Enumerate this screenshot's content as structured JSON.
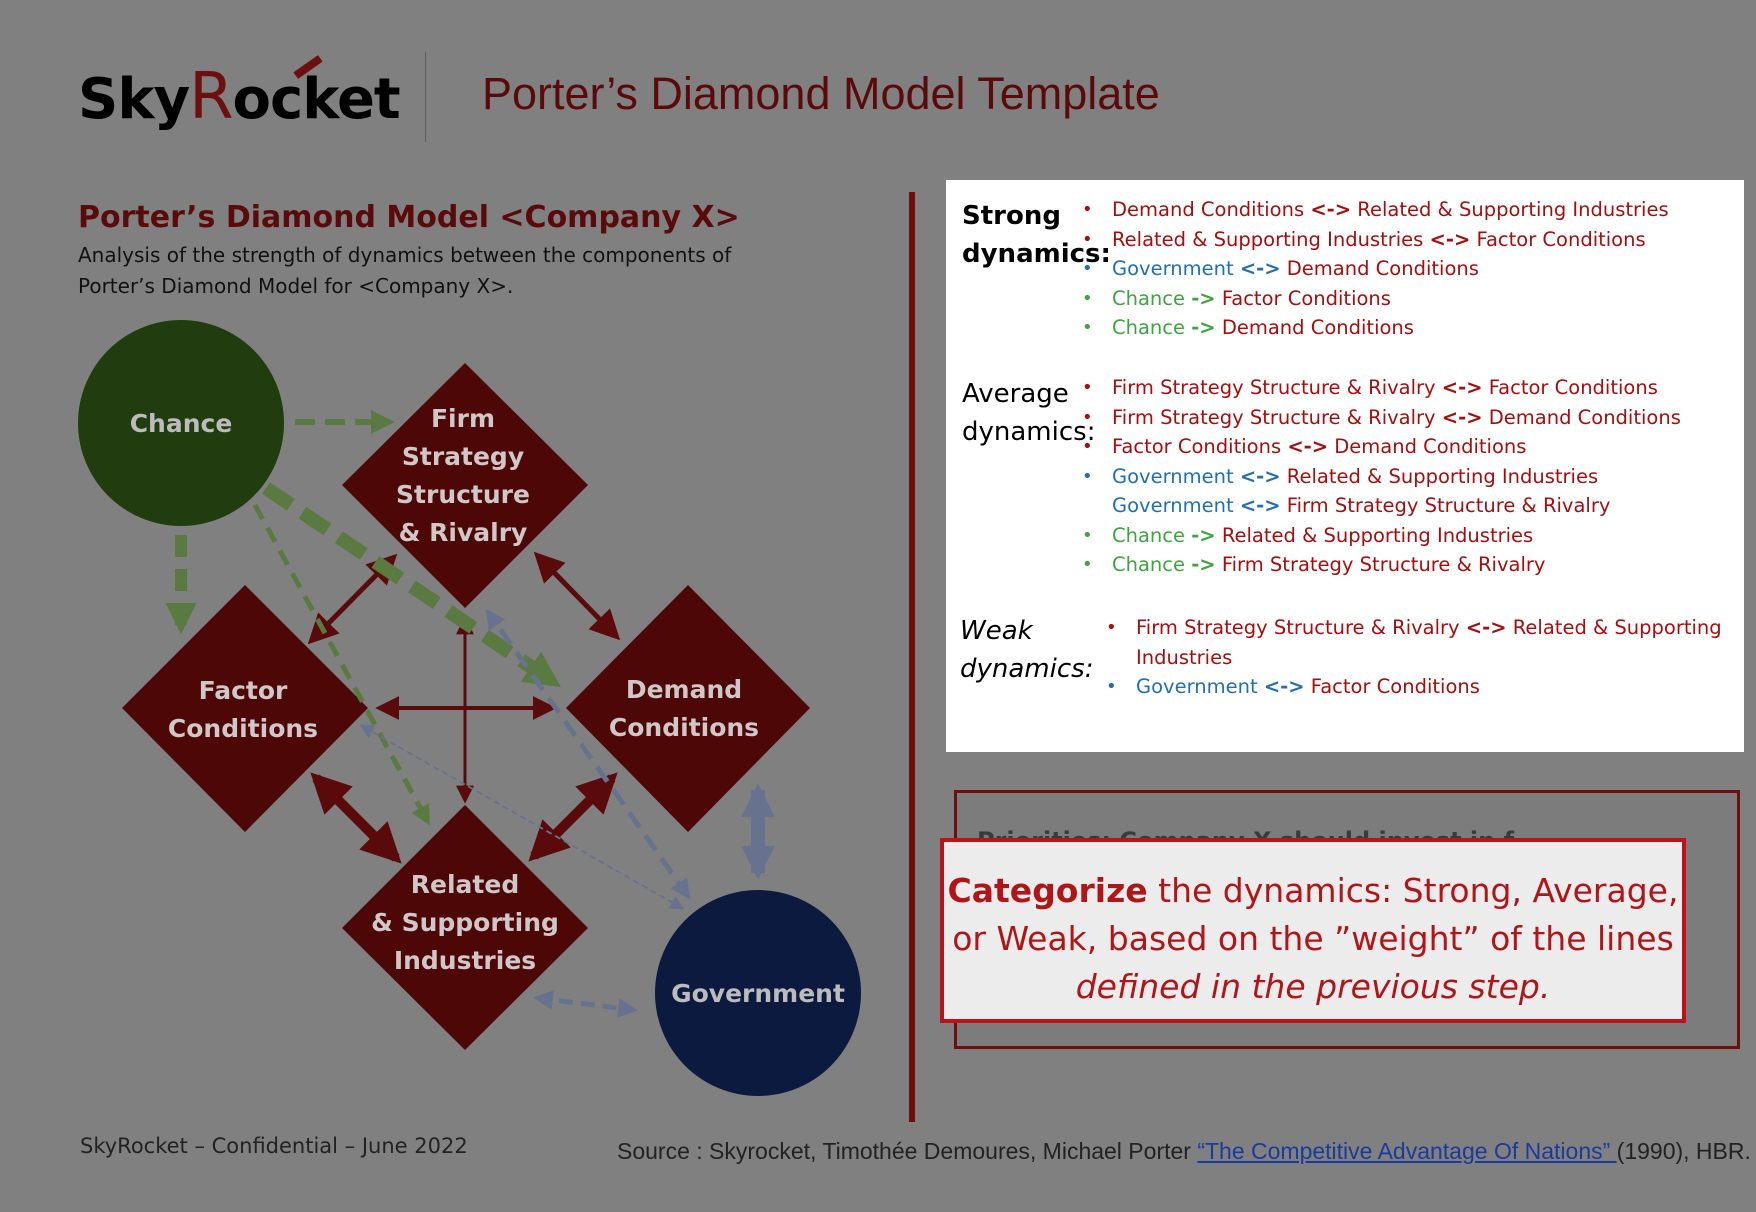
{
  "header": {
    "logo_text_a": "Sky",
    "logo_text_b": "R",
    "logo_text_c": "ocket",
    "title": "Porter’s Diamond Model Template"
  },
  "section": {
    "title": "Porter’s Diamond Model <Company X>",
    "description": "Analysis of the strength of dynamics between the components of Porter’s Diamond Model for <Company X>."
  },
  "diagram": {
    "nodes": {
      "chance": "Chance",
      "firm_line1": "Firm",
      "firm_line2": "Strategy",
      "firm_line3": "Structure",
      "firm_line4": "& Rivalry",
      "factor_line1": "Factor",
      "factor_line2": "Conditions",
      "demand_line1": "Demand",
      "demand_line2": "Conditions",
      "related_line1": "Related",
      "related_line2": "& Supporting",
      "related_line3": "Industries",
      "government": "Government"
    },
    "colors": {
      "diamond": "#4d0707",
      "chance": "#213d10",
      "government": "#0b1a3e",
      "arrow_red": "#5a0a0a",
      "arrow_green": "#5a7a42",
      "arrow_blue": "#67738e"
    }
  },
  "dynamics": {
    "strong": {
      "heading_line1": "Strong",
      "heading_line2": "dynamics:",
      "items": [
        {
          "a": "Demand Conditions ",
          "op": "<->",
          "b": " Related & Supporting Industries"
        },
        {
          "a": "Related & Supporting Industries ",
          "op": "<->",
          "b": " Factor Conditions"
        },
        {
          "a": "Government ",
          "op": "<->",
          "b": " Demand Conditions"
        },
        {
          "a": "Chance ",
          "op": "->",
          "b": " Factor Conditions"
        },
        {
          "a": "Chance ",
          "op": "->",
          "b": " Demand Conditions"
        }
      ]
    },
    "average": {
      "heading_line1": "Average",
      "heading_line2": "dynamics:",
      "items": [
        {
          "a": "Firm Strategy Structure & Rivalry ",
          "op": "<->",
          "b": " Factor Conditions"
        },
        {
          "a": "Firm Strategy Structure & Rivalry ",
          "op": "<->",
          "b": " Demand Conditions"
        },
        {
          "a": "Factor Conditions ",
          "op": "<->",
          "b": " Demand Conditions"
        },
        {
          "a": "Government ",
          "op": "<->",
          "b": " Related & Supporting Industries"
        },
        {
          "a": "Government ",
          "op": "<->",
          "b": " Firm Strategy Structure & Rivalry"
        },
        {
          "a": "Chance ",
          "op": "->",
          "b": " Related & Supporting Industries"
        },
        {
          "a": "Chance ",
          "op": "->",
          "b": " Firm Strategy Structure & Rivalry"
        }
      ]
    },
    "weak": {
      "heading_line1": "Weak",
      "heading_line2": "dynamics:",
      "items": [
        {
          "a": "Firm Strategy Structure & Rivalry ",
          "op": "<->",
          "b": " Related & Supporting Industries"
        },
        {
          "a": "Government ",
          "op": "<->",
          "b": " Factor Conditions"
        }
      ]
    },
    "bullet": "•"
  },
  "priorities": {
    "text": "Priorities: Company X should invest in f..."
  },
  "callout": {
    "keyword": "Categorize",
    "text_part1": " the dynamics: Strong, Average, or Weak, based on the ”weight” of the lines ",
    "text_italic": "defined in the previous step."
  },
  "footer": {
    "left": "SkyRocket – Confidential – June 2022",
    "source_prefix": "Source : Skyrocket, Timothée Demoures, Michael Porter ",
    "source_link": "“The Competitive Advantage Of Nations” ",
    "source_suffix": "(1990), HBR."
  }
}
